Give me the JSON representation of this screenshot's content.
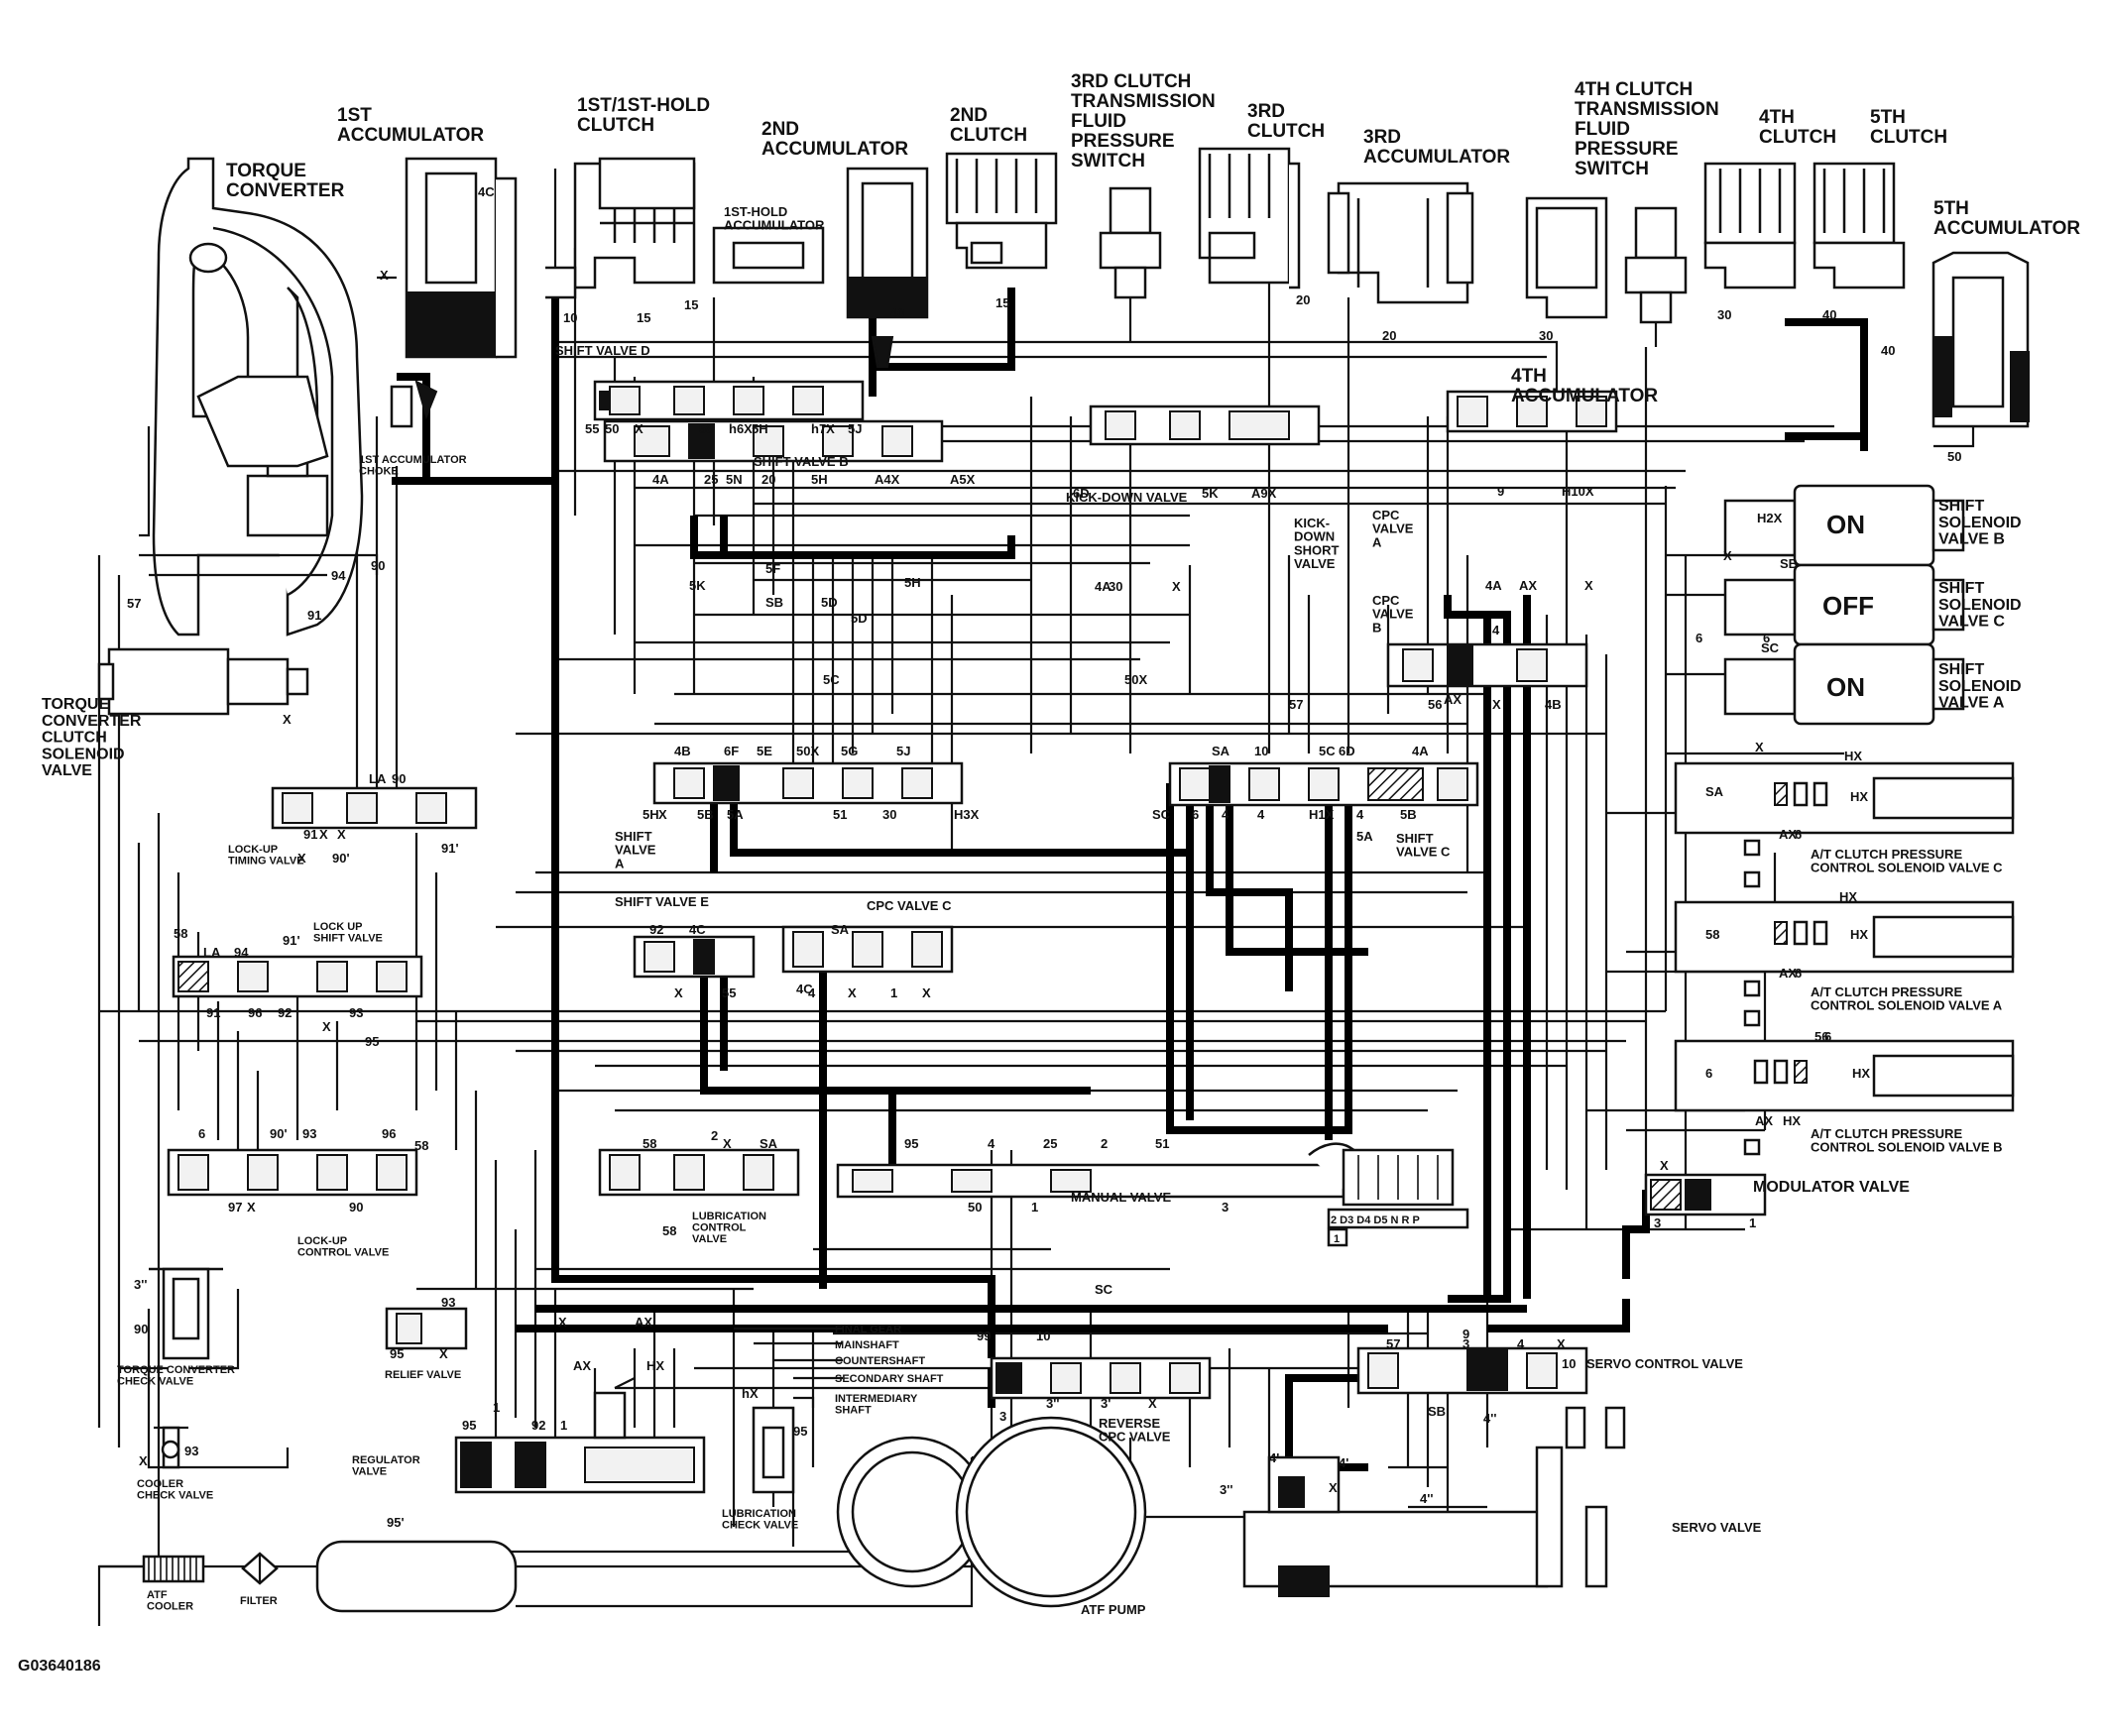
{
  "figure_id": "G03640186",
  "components": {
    "torque_converter": "TORQUE\nCONVERTER",
    "first_accumulator": "1ST\nACCUMULATOR",
    "first_hold_clutch": "1ST/1ST-HOLD\nCLUTCH",
    "first_hold_accumulator": "1ST-HOLD\nACCUMULATOR",
    "second_accumulator": "2ND\nACCUMULATOR",
    "second_clutch": "2ND\nCLUTCH",
    "third_clutch_pressure_switch": "3RD CLUTCH\nTRANSMISSION\nFLUID\nPRESSURE\nSWITCH",
    "third_clutch": "3RD\nCLUTCH",
    "third_accumulator": "3RD\nACCUMULATOR",
    "fourth_clutch_pressure_switch": "4TH CLUTCH\nTRANSMISSION\nFLUID\nPRESSURE\nSWITCH",
    "fourth_clutch": "4TH\nCLUTCH",
    "fifth_clutch": "5TH\nCLUTCH",
    "fifth_accumulator": "5TH\nACCUMULATOR",
    "fourth_accumulator": "4TH\nACCUMULATOR",
    "first_accumulator_choke": "1ST ACCUMULATOR\nCHOKE",
    "tcc_solenoid": "TORQUE\nCONVERTER\nCLUTCH\nSOLENOID\nVALVE",
    "lockup_timing_valve": "LOCK-UP\nTIMING VALVE",
    "lockup_shift_valve": "LOCK UP\nSHIFT VALVE",
    "lockup_control_valve": "LOCK-UP\nCONTROL VALVE",
    "tc_check_valve": "TORQUE CONVERTER\nCHECK VALVE",
    "cooler_check_valve": "COOLER\nCHECK VALVE",
    "atf_cooler": "ATF\nCOOLER",
    "filter": "FILTER",
    "relief_valve": "RELIEF VALVE",
    "regulator_valve": "REGULATOR\nVALVE",
    "lubrication_check_valve": "LUBRICATION\nCHECK VALVE",
    "atf_pump": "ATF PUMP",
    "shift_valve_d": "SHIFT VALVE D",
    "shift_valve_b": "SHIFT VALVE B",
    "shift_valve_a": "SHIFT\nVALVE\nA",
    "shift_valve_e": "SHIFT VALVE E",
    "shift_valve_c": "SHIFT\nVALVE C",
    "cpc_valve_c": "CPC VALVE C",
    "cpc_valve_a": "CPC\nVALVE\nA",
    "cpc_valve_b": "CPC\nVALVE\nB",
    "kickdown_valve": "KICK-DOWN VALVE",
    "kickdown_short_valve": "KICK-\nDOWN\nSHORT\nVALVE",
    "lubrication_control_valve": "LUBRICATION\nCONTROL\nVALVE",
    "manual_valve": "MANUAL VALVE",
    "servo_control_valve": "SERVO CONTROL VALVE",
    "reverse_cpc_valve": "REVERSE\nCPC VALVE",
    "servo_valve": "SERVO VALVE",
    "modulator_valve": "MODULATOR VALVE",
    "shift_solenoid_b": "SHIFT\nSOLENOID\nVALVE B",
    "shift_solenoid_c": "SHIFT\nSOLENOID\nVALVE C",
    "shift_solenoid_a": "SHIFT\nSOLENOID\nVALVE A",
    "atc_pcs_c": "A/T CLUTCH PRESSURE\nCONTROL SOLENOID VALVE C",
    "atc_pcs_a": "A/T CLUTCH PRESSURE\nCONTROL SOLENOID VALVE A",
    "atc_pcs_b": "A/T CLUTCH PRESSURE\nCONTROL SOLENOID VALVE B"
  },
  "lubrication_targets": [
    "FINAL GEAR",
    "MAINSHAFT",
    "COUNTERSHAFT",
    "SECONDARY SHAFT",
    "INTERMEDIARY\nSHAFT"
  ],
  "solenoid_states": {
    "shift_solenoid_b": "ON",
    "shift_solenoid_c": "OFF",
    "shift_solenoid_a": "ON"
  },
  "selector_positions": "2 D3 D4 D5 N R P",
  "selector_sub": "1",
  "port_labels": [
    "4C",
    "X",
    "10",
    "15",
    "15",
    "40",
    "15",
    "20",
    "20",
    "30",
    "30",
    "40",
    "40",
    "50",
    "55",
    "50",
    "X",
    "58",
    "h6X",
    "5H",
    "h7X",
    "5J",
    "4A",
    "25",
    "5N",
    "20",
    "5H",
    "A4X",
    "A5X",
    "5K",
    "SB",
    "5F",
    "5D",
    "5D",
    "5H",
    "5C",
    "6D",
    "5K",
    "A9X",
    "4A",
    "30",
    "X",
    "50X",
    "9",
    "H10X",
    "4A",
    "AX",
    "X",
    "4",
    "56",
    "AX",
    "X",
    "4B",
    "57",
    "4B",
    "6F",
    "5E",
    "50X",
    "5G",
    "5J",
    "5H",
    "X",
    "5B",
    "5A",
    "51",
    "30",
    "H3X",
    "SA",
    "10",
    "5C",
    "6D",
    "4A",
    "SC",
    "6",
    "4",
    "4",
    "H1X",
    "4",
    "5A",
    "5B",
    "H2X",
    "SB",
    "X",
    "6",
    "6",
    "SC",
    "X",
    "SA",
    "HX",
    "HX",
    "AX",
    "6",
    "58",
    "HX",
    "HX",
    "AX",
    "6",
    "56",
    "6",
    "HX",
    "AX",
    "HX",
    "57",
    "94",
    "90",
    "91",
    "6",
    "X",
    "LA",
    "90",
    "91",
    "X",
    "X",
    "X",
    "90'",
    "91'",
    "58",
    "LA",
    "94",
    "91'",
    "91",
    "96",
    "92",
    "93",
    "X",
    "95",
    "6",
    "90'",
    "93",
    "96",
    "58",
    "97",
    "X",
    "90",
    "92",
    "4C",
    "SA",
    "4C",
    "X",
    "55",
    "4",
    "X",
    "1",
    "X",
    "58",
    "2",
    "X",
    "SA",
    "58",
    "95",
    "4",
    "25",
    "2",
    "51",
    "50",
    "1",
    "3",
    "3''",
    "90",
    "93",
    "95",
    "X",
    "X",
    "93",
    "X",
    "AX",
    "AX",
    "HX",
    "hX",
    "95",
    "1",
    "92",
    "1",
    "95",
    "95'",
    "99",
    "10",
    "3",
    "3''",
    "3'",
    "X",
    "SC",
    "57",
    "3",
    "9",
    "4",
    "X",
    "10",
    "SB",
    "4''",
    "4'",
    "4'",
    "X",
    "4''",
    "3''",
    "3",
    "1",
    "X",
    "6"
  ]
}
